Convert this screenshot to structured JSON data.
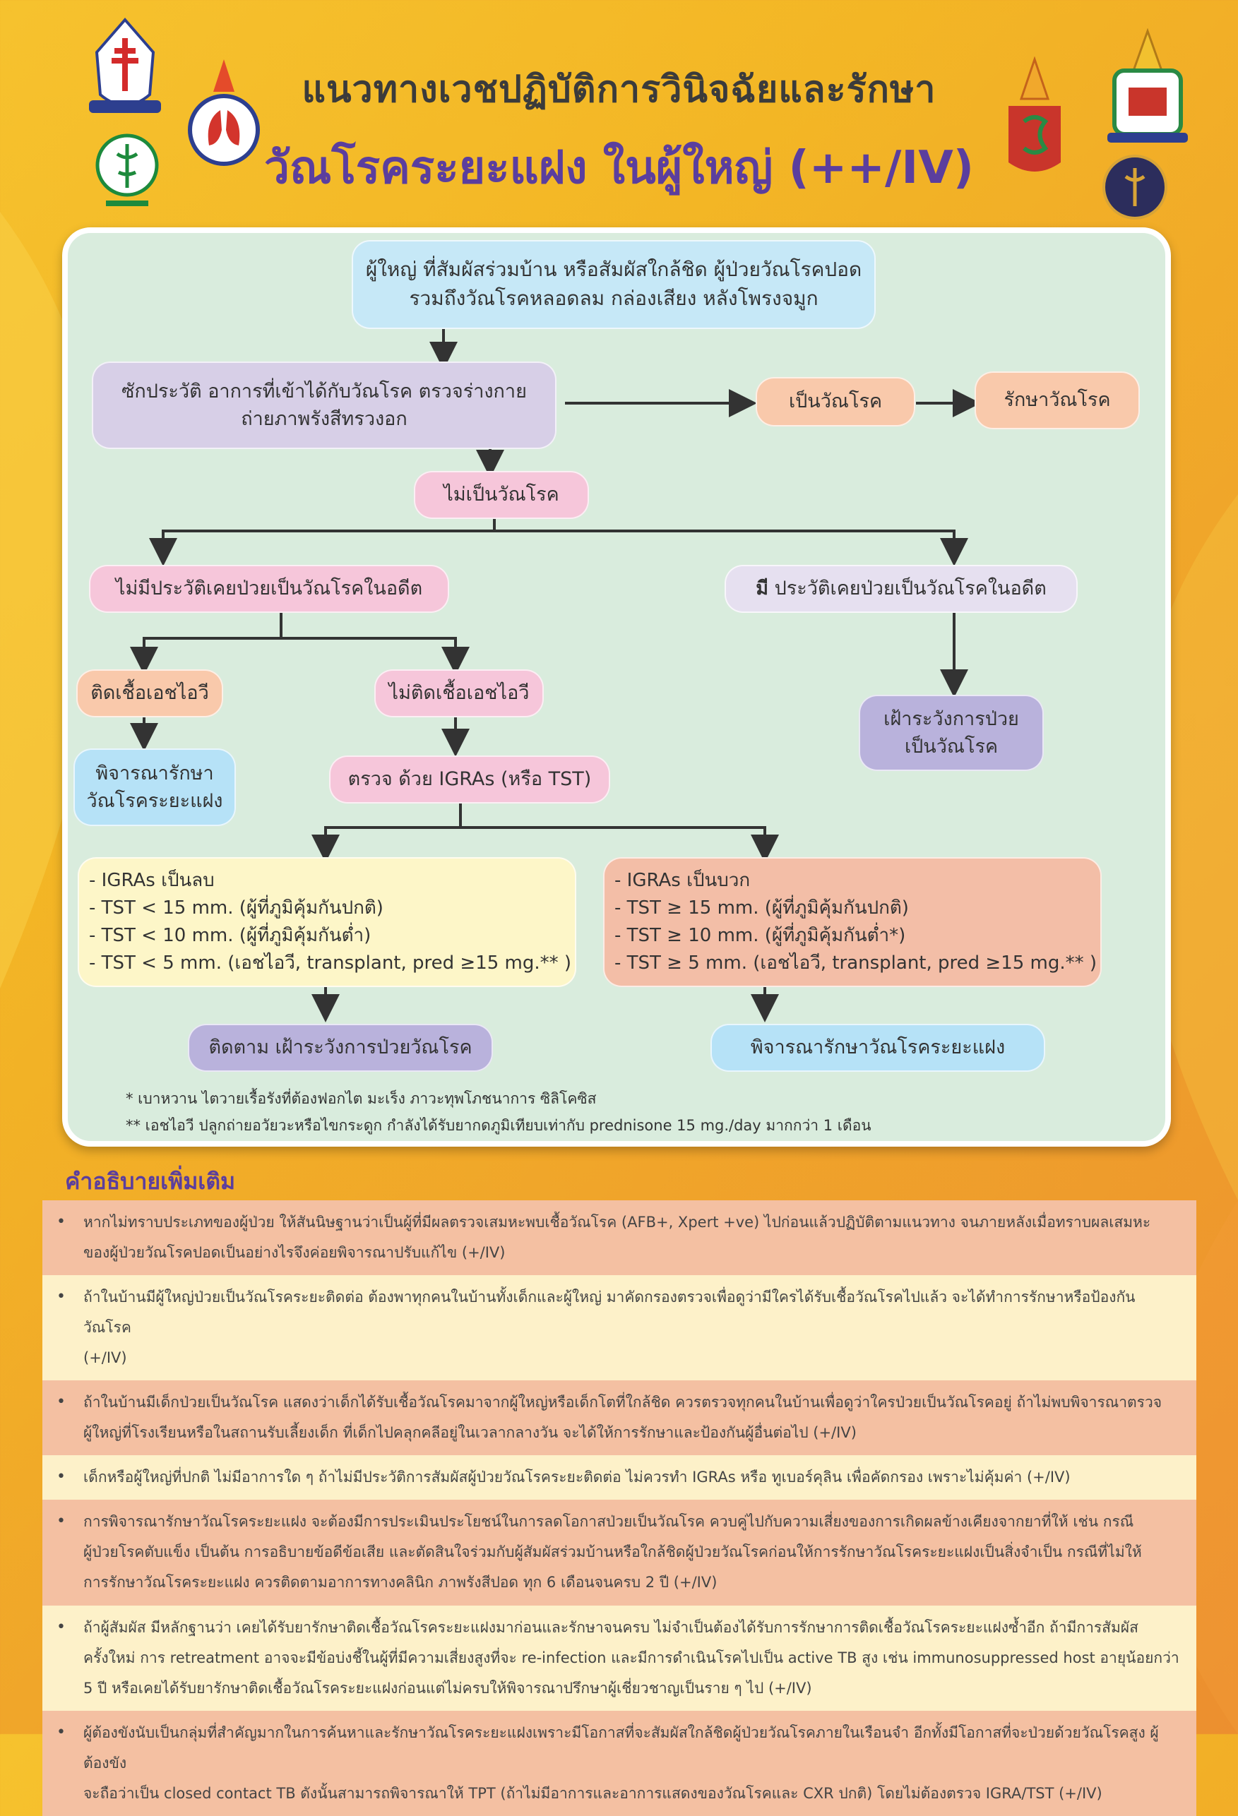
{
  "header": {
    "title_line1": "แนวทางเวชปฏิบัติการวินิจฉัยและรักษา",
    "title_line2": "วัณโรคระยะแฝง ในผู้ใหญ่ (++/IV)"
  },
  "flowchart": {
    "start": {
      "line1": "ผู้ใหญ่ ที่สัมผัสร่วมบ้าน หรือสัมผัสใกล้ชิด ผู้ป่วยวัณโรคปอด",
      "line2": "รวมถึงวัณโรคหลอดลม กล่องเสียง หลังโพรงจมูก"
    },
    "screen": {
      "line1": "ซักประวัติ อาการที่เข้าได้กับวัณโรค ตรวจร่างกาย",
      "line2": "ถ่ายภาพรังสีทรวงอก"
    },
    "is_tb": "เป็นวัณโรค",
    "treat_tb": "รักษาวัณโรค",
    "not_tb": "ไม่เป็นวัณโรค",
    "no_history": "ไม่มีประวัติเคยป่วยเป็นวัณโรคในอดีต",
    "has_history_bold": "มี",
    "has_history_rest": " ประวัติเคยป่วยเป็นวัณโรคในอดีต",
    "hiv_pos": "ติดเชื้อเอชไอวี",
    "hiv_neg": "ไม่ติดเชื้อเอชไอวี",
    "monitor_history": {
      "line1": "เฝ้าระวังการป่วย",
      "line2": "เป็นวัณโรค"
    },
    "consider_hiv": {
      "line1": "พิจารณารักษา",
      "line2": "วัณโรคระยะแฝง"
    },
    "test": "ตรวจ  ด้วย IGRAs (หรือ TST)",
    "negative_box": [
      "- IGRAs เป็นลบ",
      "- TST < 15 mm. (ผู้ที่ภูมิคุ้มกันปกติ)",
      "- TST < 10 mm. (ผู้ที่ภูมิคุ้มกันต่ำ)",
      "- TST < 5 mm.   (เอชไอวี, transplant, pred ≥15 mg.** )"
    ],
    "positive_box": [
      "-  IGRAs เป็นบวก",
      "- TST ≥ 15 mm. (ผู้ที่ภูมิคุ้มกันปกติ)",
      "- TST ≥ 10 mm. (ผู้ที่ภูมิคุ้มกันต่ำ*)",
      "- TST ≥ 5 mm.   (เอชไอวี, transplant, pred ≥15 mg.** )"
    ],
    "follow_up": "ติดตาม เฝ้าระวังการป่วยวัณโรค",
    "treat_latent": "พิจารณารักษาวัณโรคระยะแฝง",
    "footnote1": "*  เบาหวาน ไตวายเรื้อรังที่ต้องฟอกไต มะเร็ง ภาวะทุพโภชนาการ ซิลิโคซิส",
    "footnote2": "** เอชไอวี ปลูกถ่ายอวัยวะหรือไขกระดูก กำลังได้รับยากดภูมิเทียบเท่ากับ prednisone 15 mg./day มากกว่า 1 เดือน"
  },
  "additional": {
    "heading": "คำอธิบายเพิ่มเติม",
    "bullet": "•",
    "items": [
      {
        "lines": [
          "หากไม่ทราบประเภทของผู้ป่วย ให้สันนิษฐานว่าเป็นผู้ที่มีผลตรวจเสมหะพบเชื้อวัณโรค (AFB+, Xpert +ve) ไปก่อนแล้วปฏิบัติตามแนวทาง จนภายหลังเมื่อทราบผลเสมหะ",
          "ของผู้ป่วยวัณโรคปอดเป็นอย่างไรจึงค่อยพิจารณาปรับแก้ไข (+/IV)"
        ]
      },
      {
        "lines": [
          "ถ้าในบ้านมีผู้ใหญ่ป่วยเป็นวัณโรคระยะติดต่อ ต้องพาทุกคนในบ้านทั้งเด็กและผู้ใหญ่ มาคัดกรองตรวจเพื่อดูว่ามีใครได้รับเชื้อวัณโรคไปแล้ว จะได้ทำการรักษาหรือป้องกันวัณโรค",
          "(+/IV)"
        ]
      },
      {
        "lines": [
          "ถ้าในบ้านมีเด็กป่วยเป็นวัณโรค แสดงว่าเด็กได้รับเชื้อวัณโรคมาจากผู้ใหญ่หรือเด็กโตที่ใกล้ชิด ควรตรวจทุกคนในบ้านเพื่อดูว่าใครป่วยเป็นวัณโรคอยู่ ถ้าไม่พบพิจารณาตรวจ",
          "ผู้ใหญ่ที่โรงเรียนหรือในสถานรับเลี้ยงเด็ก ที่เด็กไปคลุกคลีอยู่ในเวลากลางวัน จะได้ให้การรักษาและป้องกันผู้อื่นต่อไป (+/IV)"
        ]
      },
      {
        "lines": [
          "เด็กหรือผู้ใหญ่ที่ปกติ ไม่มีอาการใด ๆ ถ้าไม่มีประวัติการสัมผัสผู้ป่วยวัณโรคระยะติดต่อ ไม่ควรทำ IGRAs หรือ ทูเบอร์คุลิน เพื่อคัดกรอง เพราะไม่คุ้มค่า (+/IV)"
        ]
      },
      {
        "lines": [
          "การพิจารณารักษาวัณโรคระยะแฝง จะต้องมีการประเมินประโยชน์ในการลดโอกาสป่วยเป็นวัณโรค ควบคู่ไปกับความเสี่ยงของการเกิดผลข้างเคียงจากยาที่ให้ เช่น กรณี",
          "ผู้ป่วยโรคตับแข็ง เป็นต้น การอธิบายข้อดีข้อเสีย และตัดสินใจร่วมกับผู้สัมผัสร่วมบ้านหรือใกล้ชิดผู้ป่วยวัณโรคก่อนให้การรักษาวัณโรคระยะแฝงเป็นสิ่งจำเป็น กรณีที่ไม่ให้",
          "การรักษาวัณโรคระยะแฝง ควรติดตามอาการทางคลินิก ภาพรังสีปอด ทุก 6 เดือนจนครบ 2 ปี (+/IV)"
        ]
      },
      {
        "lines": [
          "ถ้าผู้สัมผัส มีหลักฐานว่า เคยได้รับยารักษาติดเชื้อวัณโรคระยะแฝงมาก่อนและรักษาจนครบ ไม่จำเป็นต้องได้รับการรักษาการติดเชื้อวัณโรคระยะแฝงซ้ำอีก ถ้ามีการสัมผัส",
          "ครั้งใหม่ การ retreatment อาจจะมีข้อบ่งชี้ในผู้ที่มีความเสี่ยงสูงที่จะ re-infection และมีการดำเนินโรคไปเป็น active TB สูง เช่น immunosuppressed host อายุน้อยกว่า",
          "5 ปี หรือเคยได้รับยารักษาติดเชื้อวัณโรคระยะแฝงก่อนแต่ไม่ครบให้พิจารณาปรึกษาผู้เชี่ยวชาญเป็นราย ๆ ไป (+/IV)"
        ]
      },
      {
        "lines": [
          "ผู้ต้องขังนับเป็นกลุ่มที่สำคัญมากในการค้นหาและรักษาวัณโรคระยะแฝงเพราะมีโอกาสที่จะสัมผัสใกล้ชิดผู้ป่วยวัณโรคภายในเรือนจำ อีกทั้งมีโอกาสที่จะป่วยด้วยวัณโรคสูง ผู้ต้องขัง",
          "จะถือว่าเป็น closed contact TB ดังนั้นสามารถพิจารณาให้ TPT (ถ้าไม่มีอาการและอาการแสดงของวัณโรคและ CXR ปกติ) โดยไม่ต้องตรวจ IGRA/TST (+/IV)"
        ]
      }
    ]
  },
  "colors": {
    "title_purple": "#5b3e9e",
    "panel_green": "#d9ecdd",
    "arrow": "#333333"
  }
}
